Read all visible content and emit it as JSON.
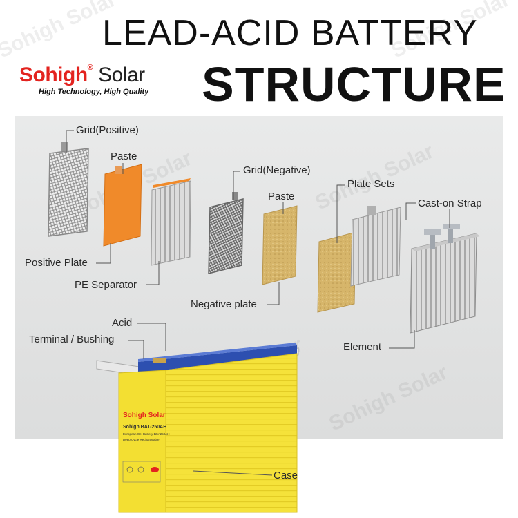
{
  "header": {
    "title_line1": "LEAD-ACID BATTERY",
    "title_line2": "STRUCTURE"
  },
  "brand": {
    "name_red": "Sohigh",
    "registered": "®",
    "name_dark": " Solar",
    "tagline": "High Technology, High Quality"
  },
  "watermark": {
    "text": "Sohigh Solar"
  },
  "labels": {
    "grid_positive": "Grid(Positive)",
    "paste_positive": "Paste",
    "positive_plate": "Positive Plate",
    "pe_separator": "PE Separator",
    "grid_negative": "Grid(Negative)",
    "paste_negative": "Paste",
    "negative_plate": "Negative plate",
    "plate_sets": "Plate Sets",
    "cast_on_strap": "Cast-on Strap",
    "element": "Element",
    "acid": "Acid",
    "terminal_bushing": "Terminal / Bushing",
    "case": "Case"
  },
  "battery_label": {
    "brand": "Sohigh Solar",
    "model": "Sohigh BAT-250AH",
    "desc": "European Gel Battery 12V 250AH",
    "deep": "Deep Cycle Rechargeable"
  },
  "colors": {
    "paste_positive": "#f08a2a",
    "paste_negative": "#d6b56a",
    "battery_case": "#f5e23a",
    "battery_lid": "#2d4fb0",
    "brand_red": "#e3231f"
  }
}
